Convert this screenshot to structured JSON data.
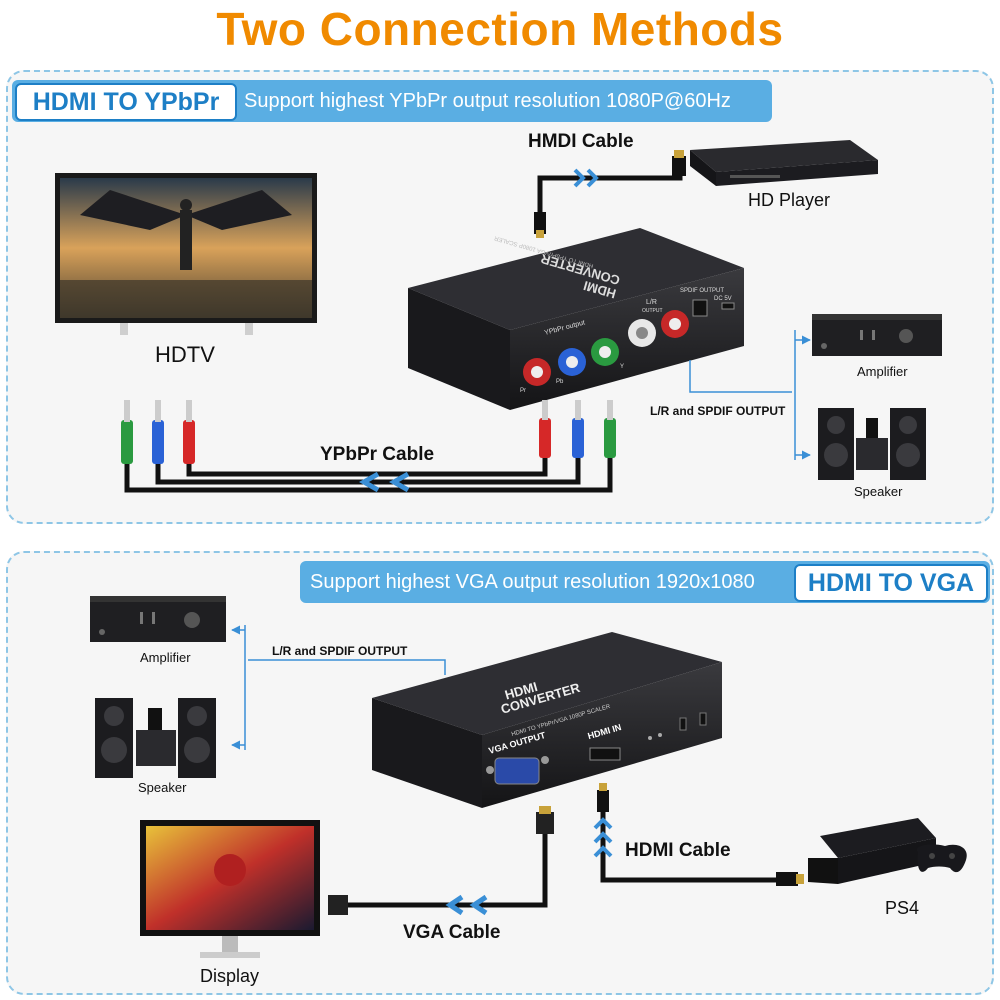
{
  "title": "Two Connection Methods",
  "top": {
    "tag": "HDMI TO YPbPr",
    "banner": "Support highest YPbPr output resolution 1080P@60Hz",
    "cable_hdmi": "HMDI Cable",
    "hd_player": "HD Player",
    "hdtv": "HDTV",
    "amplifier": "Amplifier",
    "speaker": "Speaker",
    "lr_spdif": "L/R and SPDIF OUTPUT",
    "cable_ypbpr": "YPbPr Cable",
    "device": {
      "name_line1": "HDMI",
      "name_line2": "CONVERTER",
      "scaler": "HDMI TO YPbPr/VGA 1080P SCALER",
      "ypbpr_output": "YPbPr output",
      "pr": "Pr",
      "pb": "Pb",
      "y": "Y",
      "lr": "L/R",
      "output": "OUTPUT",
      "spdif_output": "SPDIF OUTPUT",
      "dc": "DC 5V"
    }
  },
  "bottom": {
    "tag": "HDMI TO VGA",
    "banner": "Support highest VGA output resolution 1920x1080",
    "amplifier": "Amplifier",
    "speaker": "Speaker",
    "lr_spdif": "L/R and SPDIF OUTPUT",
    "cable_hdmi": "HDMI Cable",
    "cable_vga": "VGA Cable",
    "display": "Display",
    "ps4": "PS4",
    "device": {
      "name_line1": "HDMI",
      "name_line2": "CONVERTER",
      "scaler": "HDMI TO YPbPr/VGA 1080P SCALER",
      "vga_output": "VGA OUTPUT",
      "hdmi_in": "HDMI IN"
    }
  },
  "colors": {
    "title": "#f08a00",
    "banner": "#5aaee3",
    "tag_border": "#1d7fc6",
    "panel_border": "#8ec6e6",
    "cable": "#111111",
    "arrow": "#3a8fd6",
    "rca_red": "#d62828",
    "rca_blue": "#2a62d6",
    "rca_green": "#2a9a40"
  }
}
